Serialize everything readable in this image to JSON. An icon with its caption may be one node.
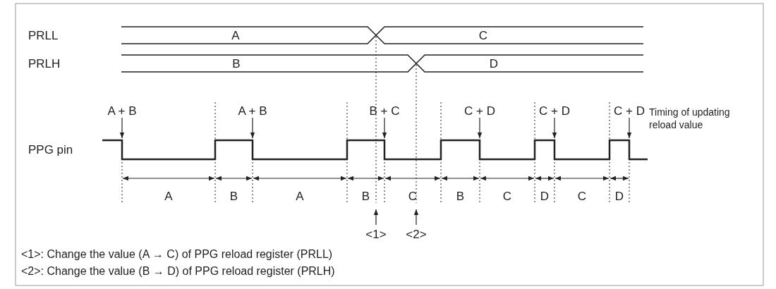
{
  "diagram": {
    "labels": [
      "PRLL",
      "A",
      "C",
      "PRLH",
      "B",
      "D",
      "A + B",
      "A + B",
      "B + C",
      "C + D",
      "C + D",
      "C + D",
      "Timing of updating reload value",
      "PPG pin",
      "A",
      "B",
      "A",
      "B",
      "C",
      "B",
      "C",
      "D",
      "C",
      "D",
      "<1>",
      "<2>",
      "<1>:  Change the value (A → C) of PPG reload register (PRLL)",
      "<2>:  Change the value (B → D) of PPG reload register (PRLH)"
    ]
  }
}
